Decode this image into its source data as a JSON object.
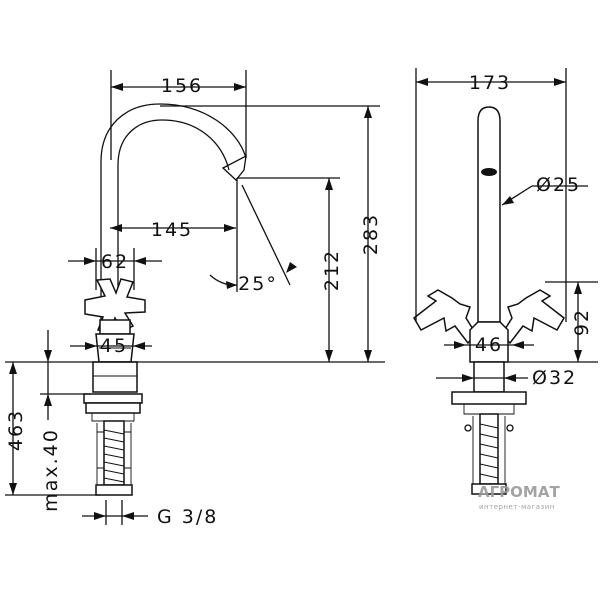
{
  "drawing": {
    "dimensions": {
      "spout_reach": "156",
      "outlet_offset": "145",
      "handle_span": "62",
      "body_width": "45",
      "outlet_angle": "25°",
      "outlet_height": "212",
      "total_height": "283",
      "max_deck": "463",
      "max_thickness": "max.40",
      "connection": "G 3/8",
      "side_width": "173",
      "spout_diameter": "Ø25",
      "handle_height": "92",
      "body_side_width": "46",
      "base_diameter": "Ø32"
    }
  },
  "watermark": {
    "brand": "АГРОМАТ",
    "tagline": "интернет-магазин"
  }
}
